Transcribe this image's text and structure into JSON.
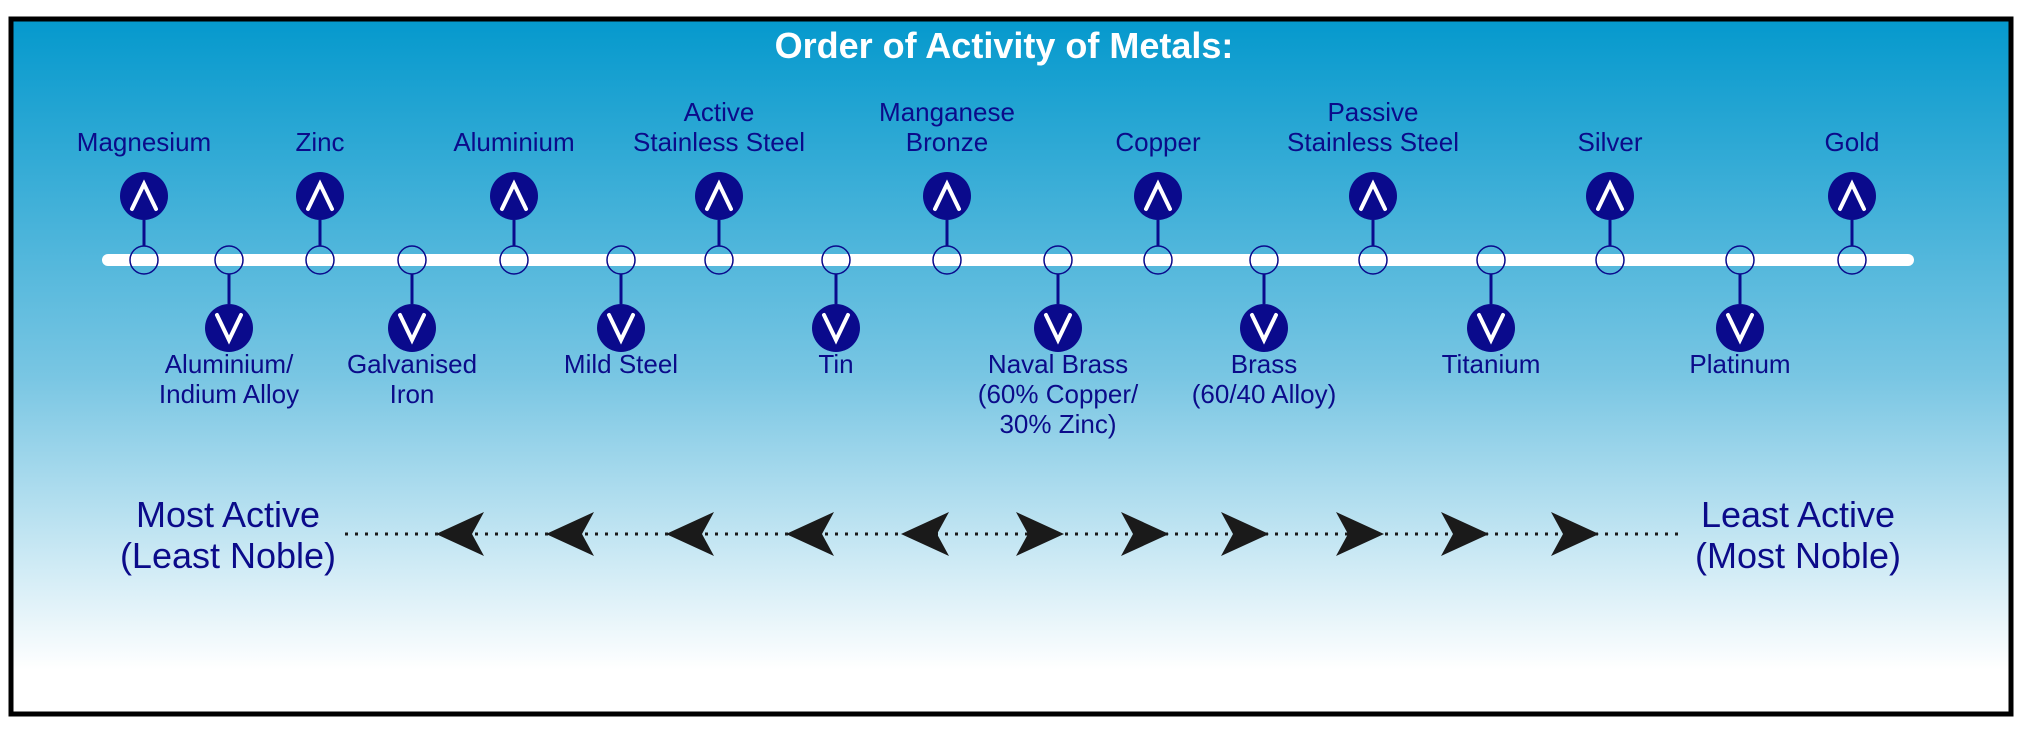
{
  "title": "Order of Activity of Metals:",
  "colors": {
    "background_top": "#0599cd",
    "background_bottom": "#ffffff",
    "label_text": "#0b0b8a",
    "marker_fill": "#0a0a8c",
    "scale_line": "#ffffff",
    "arrow_fill": "#1a1a1a",
    "frame": "#000000"
  },
  "metals": [
    {
      "lines": [
        "Magnesium"
      ],
      "side": "above",
      "icon": "chevron-up-icon"
    },
    {
      "lines": [
        "Aluminium/",
        "Indium Alloy"
      ],
      "side": "below",
      "icon": "chevron-down-icon"
    },
    {
      "lines": [
        "Zinc"
      ],
      "side": "above",
      "icon": "chevron-up-icon"
    },
    {
      "lines": [
        "Galvanised",
        "Iron"
      ],
      "side": "below",
      "icon": "chevron-down-icon"
    },
    {
      "lines": [
        "Aluminium"
      ],
      "side": "above",
      "icon": "chevron-up-icon"
    },
    {
      "lines": [
        "Mild Steel"
      ],
      "side": "below",
      "icon": "chevron-down-icon"
    },
    {
      "lines": [
        "Active",
        "Stainless Steel"
      ],
      "side": "above",
      "icon": "chevron-up-icon"
    },
    {
      "lines": [
        "Tin"
      ],
      "side": "below",
      "icon": "chevron-down-icon"
    },
    {
      "lines": [
        "Manganese",
        "Bronze"
      ],
      "side": "above",
      "icon": "chevron-up-icon"
    },
    {
      "lines": [
        "Naval Brass",
        "(60% Copper/",
        "30% Zinc)"
      ],
      "side": "below",
      "icon": "chevron-down-icon"
    },
    {
      "lines": [
        "Copper"
      ],
      "side": "above",
      "icon": "chevron-up-icon"
    },
    {
      "lines": [
        "Brass",
        "(60/40 Alloy)"
      ],
      "side": "below",
      "icon": "chevron-down-icon"
    },
    {
      "lines": [
        "Passive",
        "Stainless Steel"
      ],
      "side": "above",
      "icon": "chevron-up-icon"
    },
    {
      "lines": [
        "Titanium"
      ],
      "side": "below",
      "icon": "chevron-down-icon"
    },
    {
      "lines": [
        "Silver"
      ],
      "side": "above",
      "icon": "chevron-up-icon"
    },
    {
      "lines": [
        "Platinum"
      ],
      "side": "below",
      "icon": "chevron-down-icon"
    },
    {
      "lines": [
        "Gold"
      ],
      "side": "above",
      "icon": "chevron-up-icon"
    }
  ],
  "scale": {
    "left_label": [
      "Most Active",
      "(Least Noble)"
    ],
    "right_label": [
      "Least Active",
      "(Most Noble)"
    ],
    "arrows": [
      "left",
      "left",
      "left",
      "left",
      "left",
      "right",
      "right",
      "right",
      "right",
      "right",
      "right"
    ]
  }
}
